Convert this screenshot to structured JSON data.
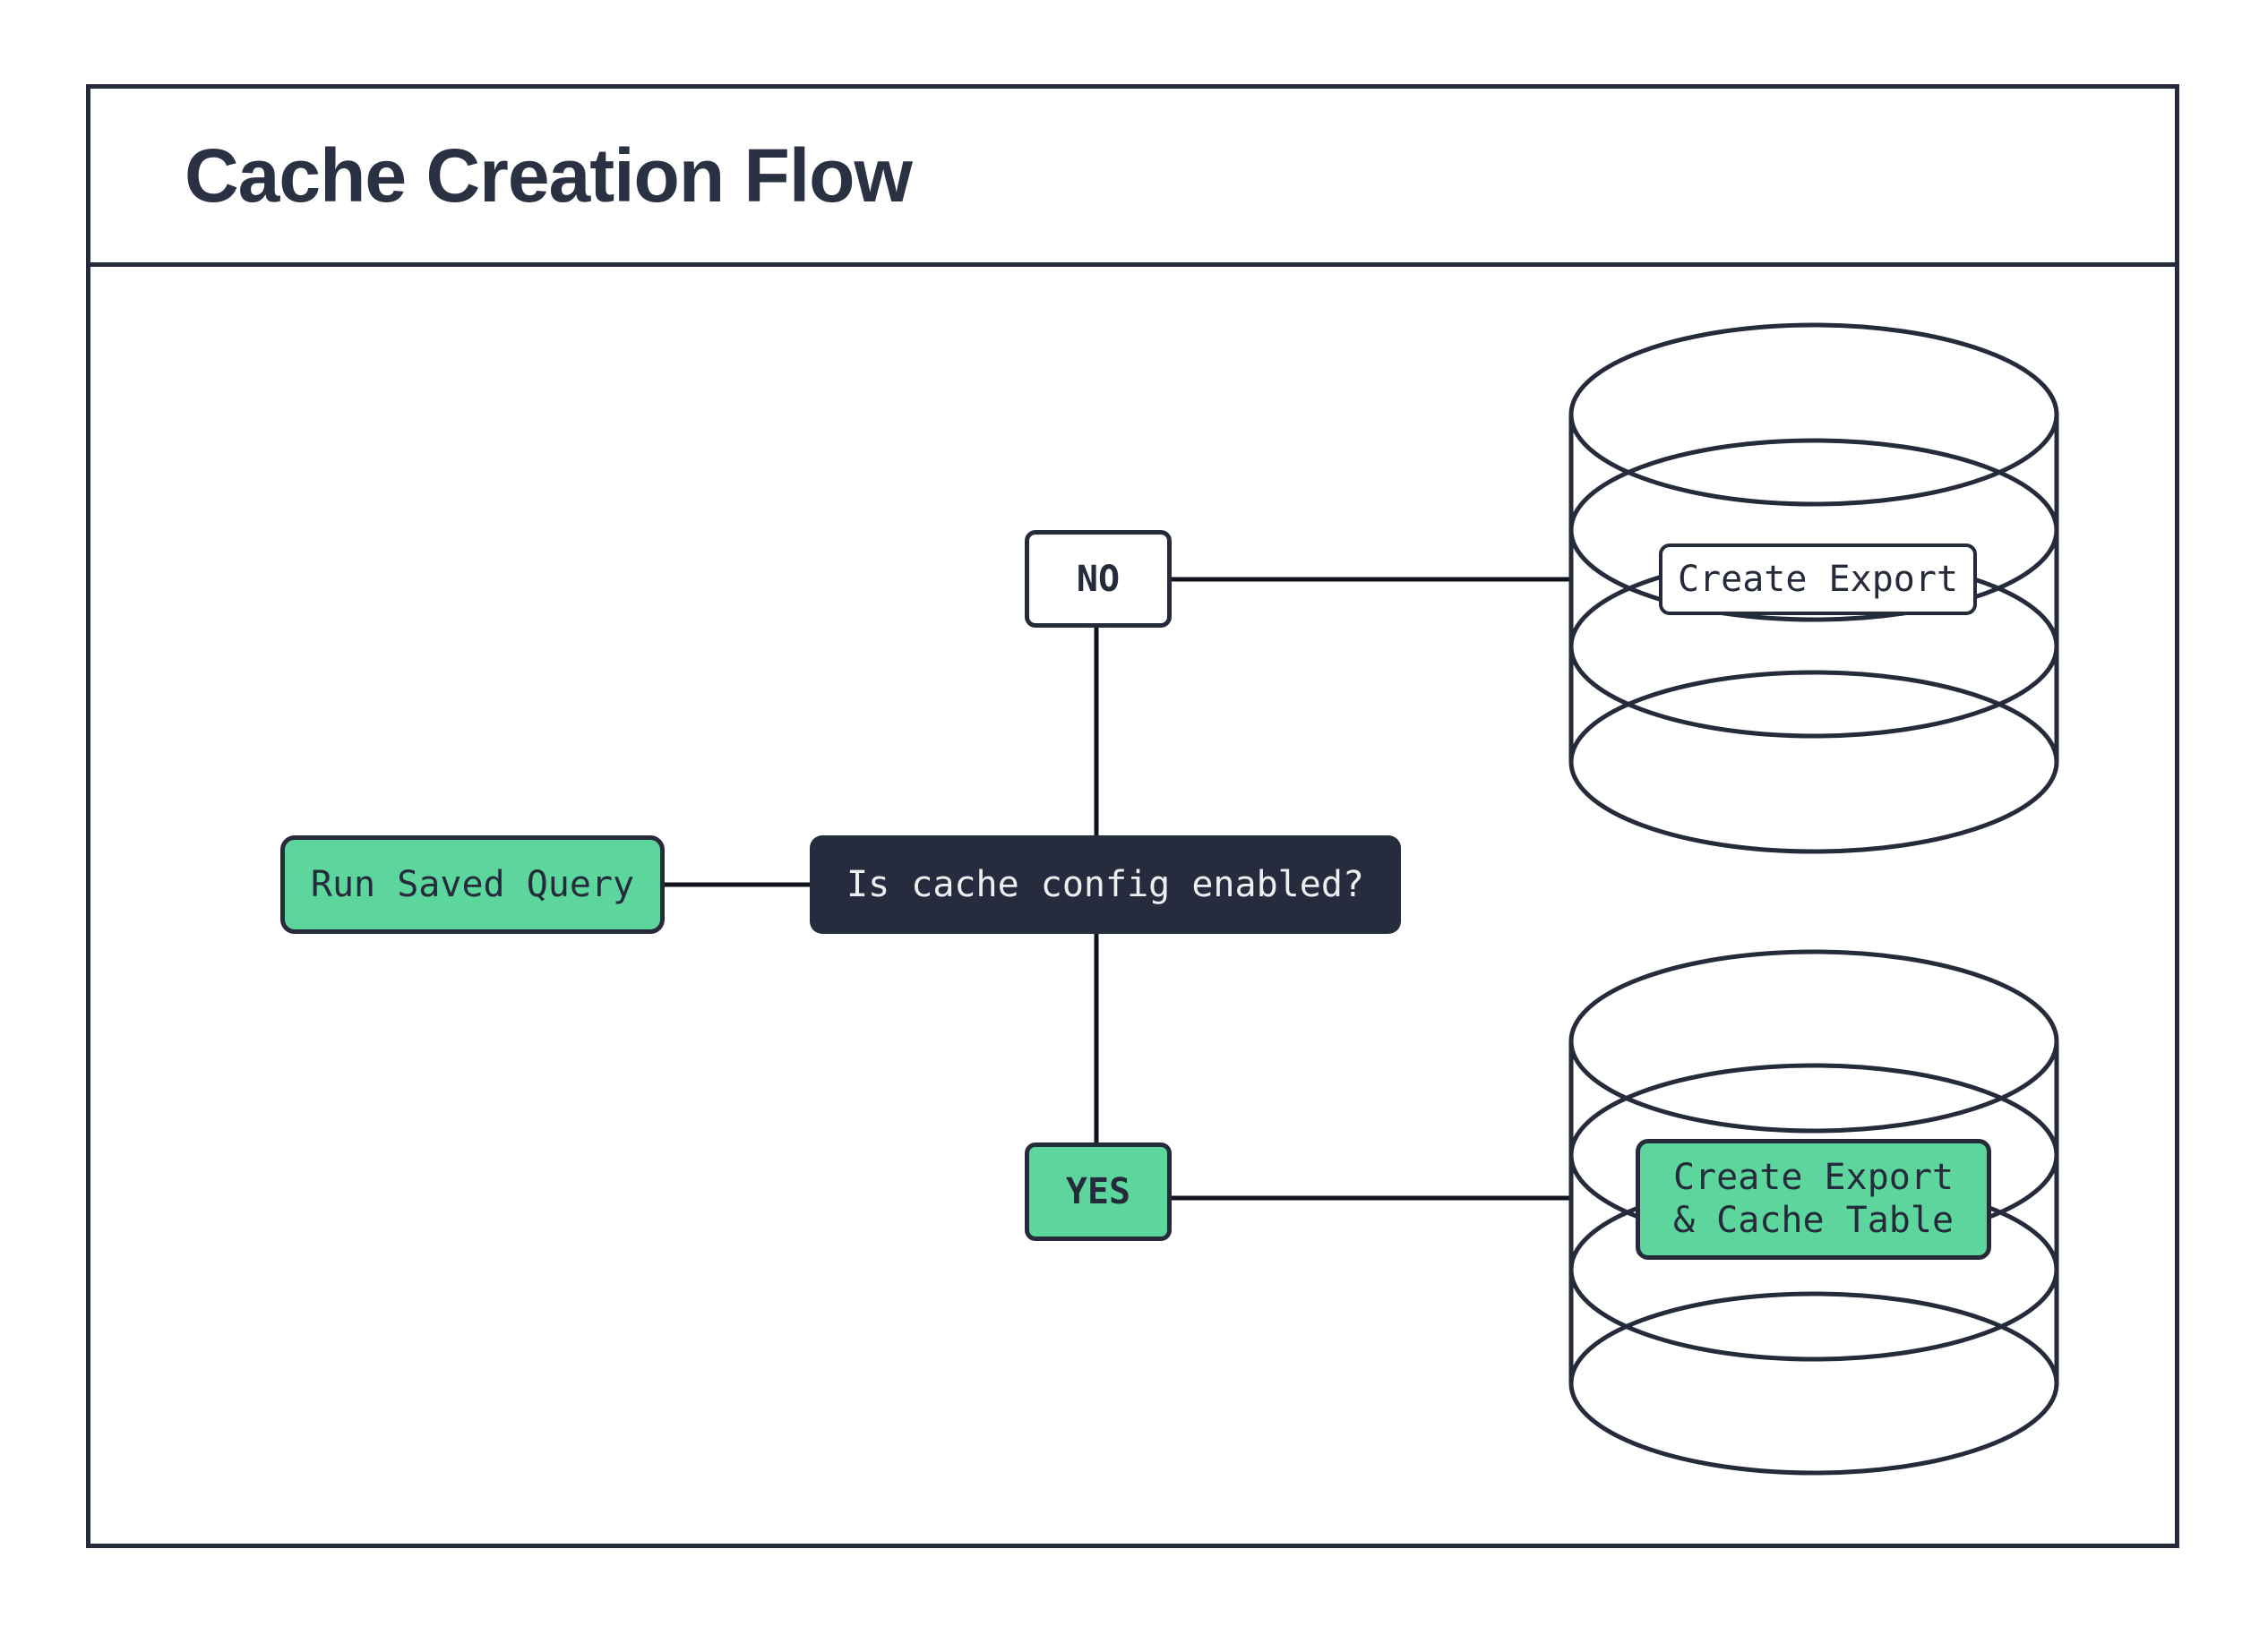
{
  "header": {
    "title": "Cache Creation Flow"
  },
  "flow": {
    "start": {
      "label": "Run Saved Query"
    },
    "decision": {
      "question": "Is cache config enabled?"
    },
    "no_branch": {
      "label": "NO",
      "result": "Create Export",
      "target_icon": "database-icon"
    },
    "yes_branch": {
      "label": "YES",
      "result_lines": [
        "Create Export",
        "& Cache Table"
      ],
      "target_icon": "database-icon"
    }
  },
  "icons": {
    "database": "stacked-cylinder"
  },
  "colors": {
    "ink": "#262b3b",
    "title_text": "#2a3142",
    "accent_green": "#5cd69d",
    "dark_node_bg": "#262c3d",
    "dark_node_text": "#eceef0",
    "connector": "#11141d",
    "background": "#ffffff"
  }
}
